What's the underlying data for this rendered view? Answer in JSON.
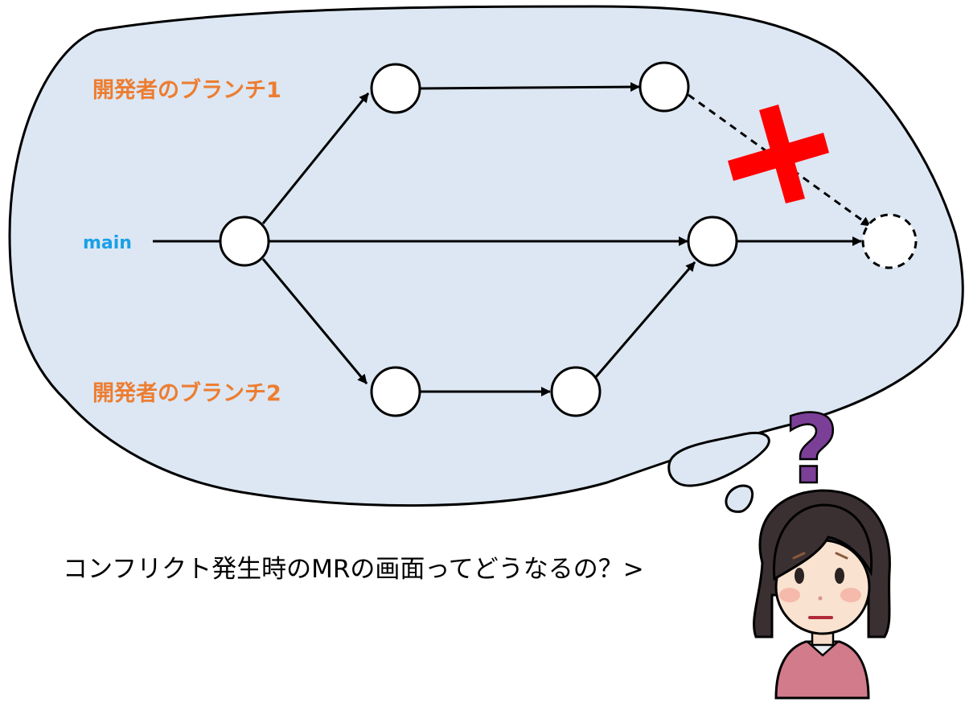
{
  "branches": {
    "dev1_label": "開発者のブランチ1",
    "main_label": "main",
    "dev2_label": "開発者のブランチ2"
  },
  "caption": "コンフリクト発生時のMRの画面ってどうなるの？>",
  "question_mark": "?",
  "colors": {
    "bubble_fill": "#dce7f3",
    "branch_label": "#ed7d31",
    "main_label": "#1aa0e6",
    "cross": "#ff0000",
    "question_mark": "#7b3f97",
    "stroke": "#000000"
  },
  "icons": {
    "rejected_merge": "red-cross-icon",
    "person": "confused-woman-illustration"
  }
}
